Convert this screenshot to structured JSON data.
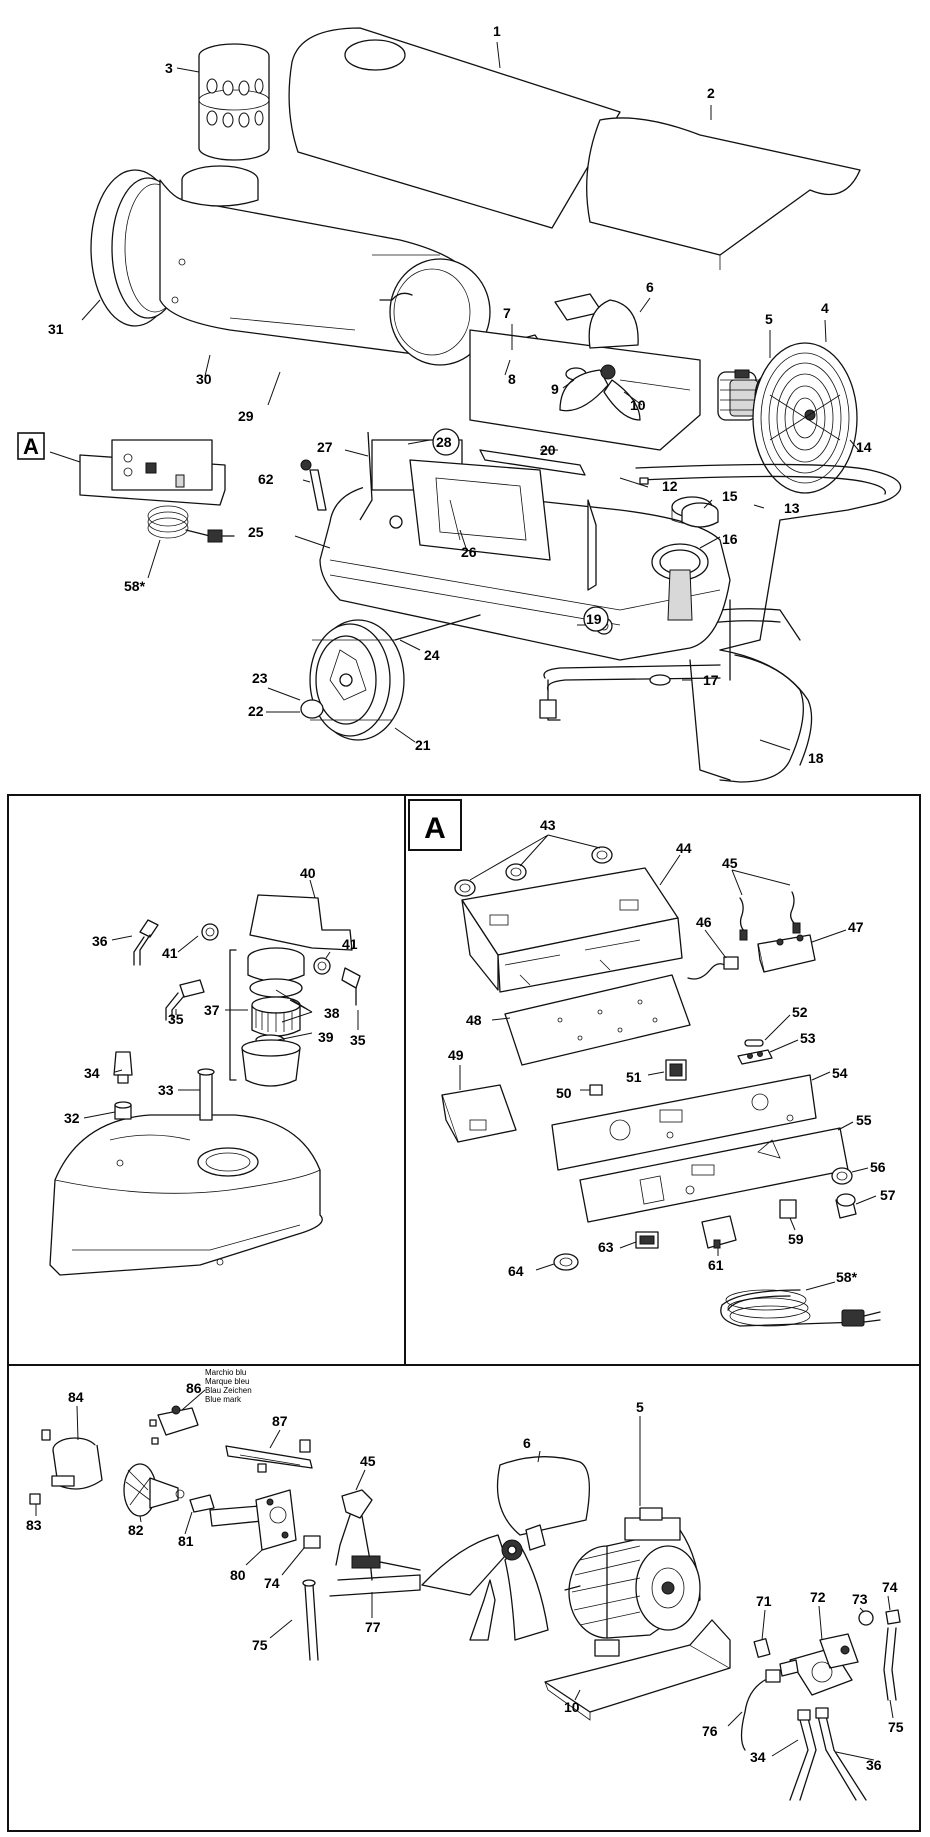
{
  "section_markers": {
    "top": "A",
    "panel": "A"
  },
  "blue_mark_note": [
    "Marchio blu",
    "Marque bleu",
    "Blau Zeichen",
    "Blue mark"
  ],
  "callouts": [
    {
      "id": "c1",
      "text": "1"
    },
    {
      "id": "c2",
      "text": "2"
    },
    {
      "id": "c3",
      "text": "3"
    },
    {
      "id": "c4",
      "text": "4"
    },
    {
      "id": "c5",
      "text": "5"
    },
    {
      "id": "c6",
      "text": "6"
    },
    {
      "id": "c7",
      "text": "7"
    },
    {
      "id": "c8",
      "text": "8"
    },
    {
      "id": "c9",
      "text": "9"
    },
    {
      "id": "c10",
      "text": "10"
    },
    {
      "id": "c12",
      "text": "12"
    },
    {
      "id": "c13",
      "text": "13"
    },
    {
      "id": "c14",
      "text": "14"
    },
    {
      "id": "c15",
      "text": "15"
    },
    {
      "id": "c16",
      "text": "16"
    },
    {
      "id": "c17",
      "text": "17"
    },
    {
      "id": "c18",
      "text": "18"
    },
    {
      "id": "c19",
      "text": "19"
    },
    {
      "id": "c20",
      "text": "20"
    },
    {
      "id": "c21",
      "text": "21"
    },
    {
      "id": "c22",
      "text": "22"
    },
    {
      "id": "c23",
      "text": "23"
    },
    {
      "id": "c24",
      "text": "24"
    },
    {
      "id": "c25",
      "text": "25"
    },
    {
      "id": "c26",
      "text": "26"
    },
    {
      "id": "c27",
      "text": "27"
    },
    {
      "id": "c28",
      "text": "28"
    },
    {
      "id": "c29",
      "text": "29"
    },
    {
      "id": "c30",
      "text": "30"
    },
    {
      "id": "c31",
      "text": "31"
    },
    {
      "id": "c62",
      "text": "62"
    },
    {
      "id": "c58a",
      "text": "58*"
    },
    {
      "id": "c40",
      "text": "40"
    },
    {
      "id": "c36",
      "text": "36"
    },
    {
      "id": "c41a",
      "text": "41"
    },
    {
      "id": "c41b",
      "text": "41"
    },
    {
      "id": "c37",
      "text": "37"
    },
    {
      "id": "c38",
      "text": "38"
    },
    {
      "id": "c39",
      "text": "39"
    },
    {
      "id": "c35a",
      "text": "35"
    },
    {
      "id": "c35b",
      "text": "35"
    },
    {
      "id": "c34a",
      "text": "34"
    },
    {
      "id": "c33",
      "text": "33"
    },
    {
      "id": "c32",
      "text": "32"
    },
    {
      "id": "c43",
      "text": "43"
    },
    {
      "id": "c44",
      "text": "44"
    },
    {
      "id": "c45a",
      "text": "45"
    },
    {
      "id": "c46",
      "text": "46"
    },
    {
      "id": "c47",
      "text": "47"
    },
    {
      "id": "c48",
      "text": "48"
    },
    {
      "id": "c52",
      "text": "52"
    },
    {
      "id": "c53",
      "text": "53"
    },
    {
      "id": "c49",
      "text": "49"
    },
    {
      "id": "c51",
      "text": "51"
    },
    {
      "id": "c54",
      "text": "54"
    },
    {
      "id": "c50",
      "text": "50"
    },
    {
      "id": "c55",
      "text": "55"
    },
    {
      "id": "c56",
      "text": "56"
    },
    {
      "id": "c57",
      "text": "57"
    },
    {
      "id": "c59",
      "text": "59"
    },
    {
      "id": "c63",
      "text": "63"
    },
    {
      "id": "c61",
      "text": "61"
    },
    {
      "id": "c64",
      "text": "64"
    },
    {
      "id": "c58b",
      "text": "58*"
    },
    {
      "id": "c84",
      "text": "84"
    },
    {
      "id": "c86",
      "text": "86"
    },
    {
      "id": "c87",
      "text": "87"
    },
    {
      "id": "c45b",
      "text": "45"
    },
    {
      "id": "c6b",
      "text": "6"
    },
    {
      "id": "c5b",
      "text": "5"
    },
    {
      "id": "c83",
      "text": "83"
    },
    {
      "id": "c82",
      "text": "82"
    },
    {
      "id": "c81",
      "text": "81"
    },
    {
      "id": "c80",
      "text": "80"
    },
    {
      "id": "c74a",
      "text": "74"
    },
    {
      "id": "c77",
      "text": "77"
    },
    {
      "id": "c75a",
      "text": "75"
    },
    {
      "id": "c71",
      "text": "71"
    },
    {
      "id": "c72",
      "text": "72"
    },
    {
      "id": "c73",
      "text": "73"
    },
    {
      "id": "c74b",
      "text": "74"
    },
    {
      "id": "c75b",
      "text": "75"
    },
    {
      "id": "c76",
      "text": "76"
    },
    {
      "id": "c10b",
      "text": "10"
    },
    {
      "id": "c34b",
      "text": "34"
    },
    {
      "id": "c36b",
      "text": "36"
    }
  ]
}
